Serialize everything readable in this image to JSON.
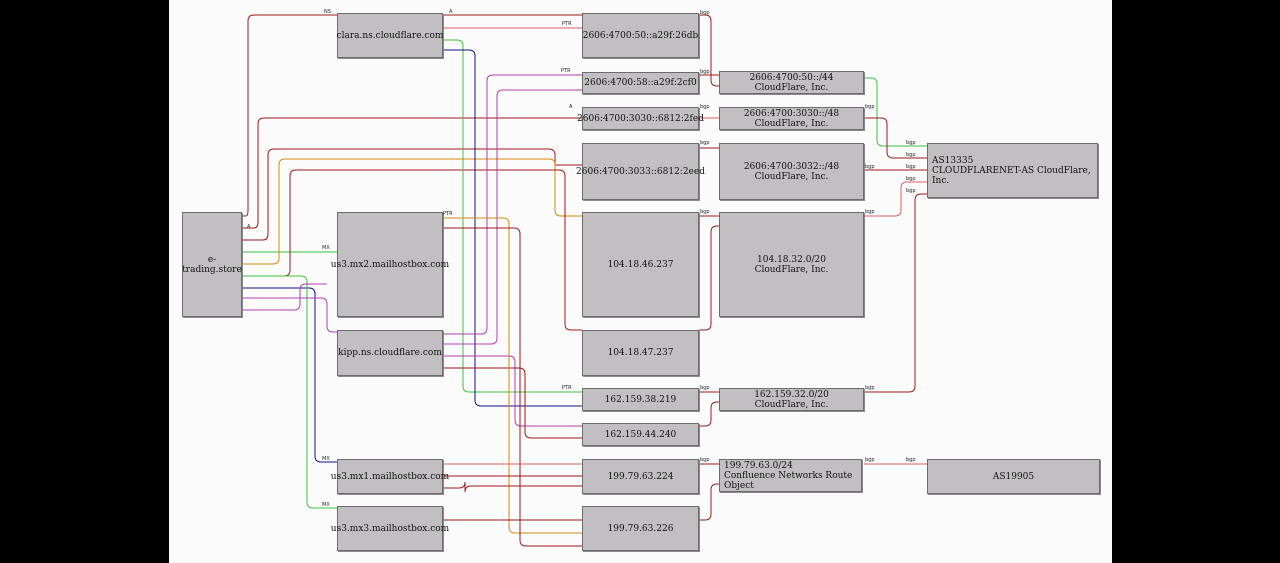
{
  "colors": {
    "background": "#000000",
    "canvas": "#fbfbfb",
    "node_fill": "#c1bfc1",
    "red": "#a01818",
    "green": "#3cc23c",
    "navy": "#10108a",
    "magenta": "#b03cb0",
    "orange": "#d08a10",
    "pink": "#d86060"
  },
  "nodes": {
    "etrading": "e-trading.store",
    "clara": "clara.ns.cloudflare.com",
    "us3mx2": "us3.mx2.mailhostbox.com",
    "kipp": "kipp.ns.cloudflare.com",
    "us3mx1": "us3.mx1.mailhostbox.com",
    "us3mx3": "us3.mx3.mailhostbox.com",
    "ip6_26db": "2606:4700:50::a29f:26db",
    "ip6_2cf0": "2606:4700:58::a29f:2cf0",
    "ip6_2fed": "2606:4700:3030::6812:2fed",
    "ip6_2eed": "2606:4700:3033::6812:2eed",
    "ip_46": "104.18.46.237",
    "ip_47": "104.18.47.237",
    "ip_38": "162.159.38.219",
    "ip_44": "162.159.44.240",
    "ip_224": "199.79.63.224",
    "ip_226": "199.79.63.226",
    "pfx_50_l1": "2606:4700:50::/44",
    "pfx_50_l2": "CloudFlare, Inc.",
    "pfx_3030_l1": "2606:4700:3030::/48",
    "pfx_3030_l2": "CloudFlare, Inc.",
    "pfx_3032_l1": "2606:4700:3032::/48",
    "pfx_3032_l2": "CloudFlare, Inc.",
    "pfx_104_l1": "104.18.32.0/20",
    "pfx_104_l2": "CloudFlare, Inc.",
    "pfx_162_l1": "162.159.32.0/20",
    "pfx_162_l2": "CloudFlare, Inc.",
    "pfx_199_l1": "199.79.63.0/24",
    "pfx_199_l2": "Confluence Networks Route Object",
    "as13335_l1": "AS13335",
    "as13335_l2": "CLOUDFLARENET-AS CloudFlare, Inc.",
    "as19905": "AS19905"
  },
  "edge_labels": {
    "ns": "NS",
    "a": "A",
    "mx": "MX",
    "ptr": "PTR",
    "bgp": "bgp"
  }
}
